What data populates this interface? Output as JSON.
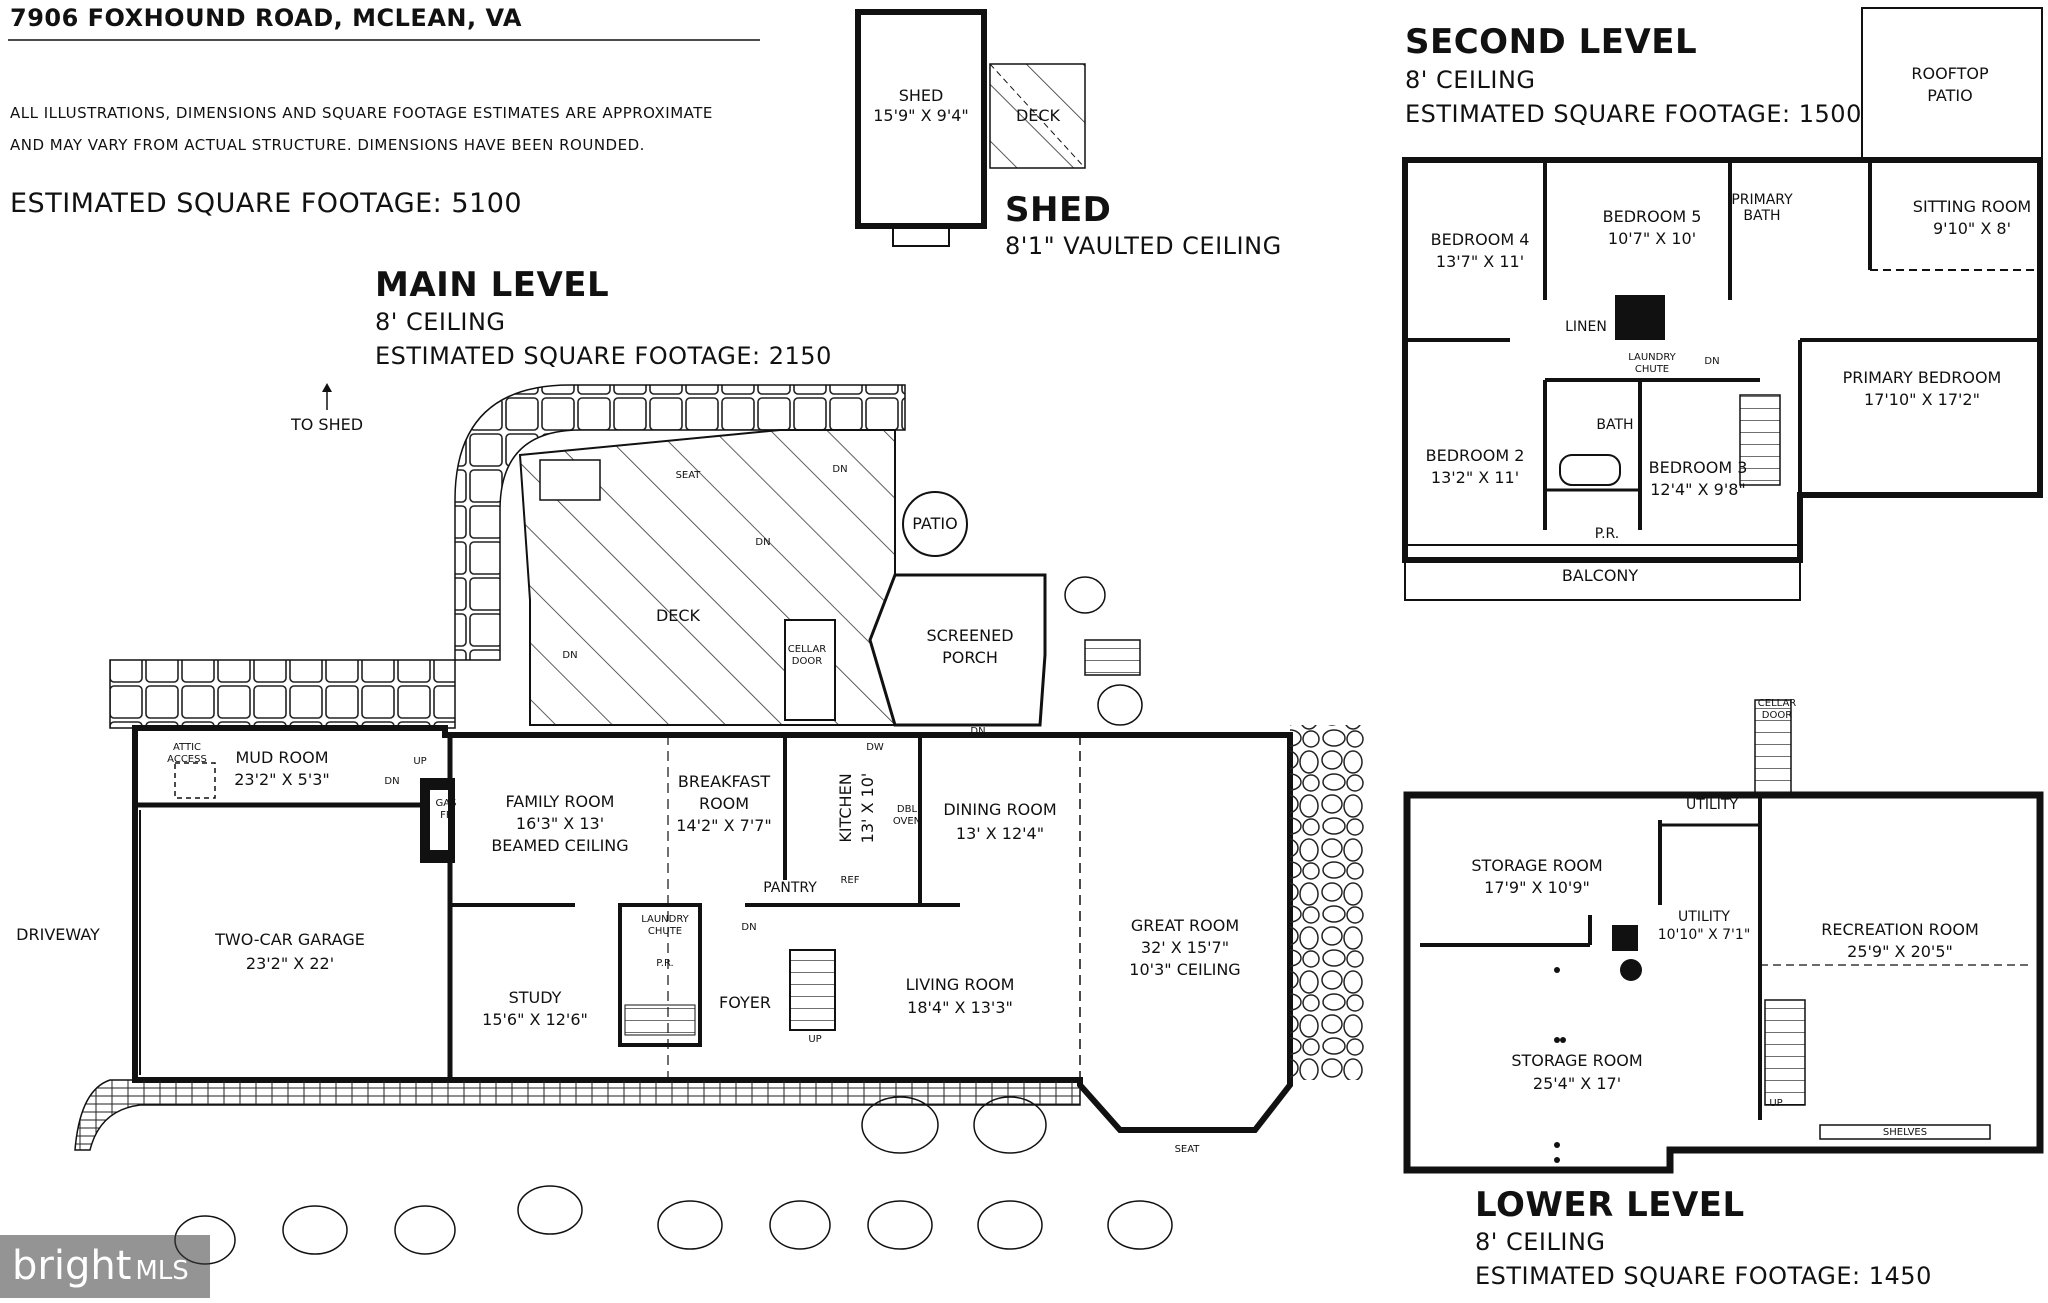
{
  "header": {
    "address": "7906 FOXHOUND ROAD, MCLEAN, VA",
    "disclaimer_line1": "ALL ILLUSTRATIONS, DIMENSIONS AND SQUARE FOOTAGE ESTIMATES ARE APPROXIMATE",
    "disclaimer_line2": "AND MAY VARY FROM ACTUAL STRUCTURE. DIMENSIONS HAVE BEEN ROUNDED.",
    "total_sqft": "ESTIMATED SQUARE FOOTAGE: 5100"
  },
  "shed": {
    "title": "SHED",
    "ceiling": "8'1\" VAULTED CEILING",
    "room_name": "SHED",
    "room_dims": "15'9\" X 9'4\"",
    "deck": "DECK"
  },
  "main_level": {
    "title": "MAIN LEVEL",
    "ceiling": "8' CEILING",
    "sqft": "ESTIMATED SQUARE FOOTAGE: 2150",
    "to_shed": "TO SHED",
    "driveway": "DRIVEWAY",
    "rooms": {
      "mud_room": [
        "MUD ROOM",
        "23'2\" X 5'3\""
      ],
      "attic_access": [
        "ATTIC",
        "ACCESS"
      ],
      "garage": [
        "TWO-CAR GARAGE",
        "23'2\" X 22'"
      ],
      "family_room": [
        "FAMILY ROOM",
        "16'3\" X 13'",
        "BEAMED CEILING"
      ],
      "breakfast": [
        "BREAKFAST",
        "ROOM",
        "14'2\" X 7'7\""
      ],
      "kitchen": [
        "KITCHEN",
        "13' X 10'"
      ],
      "dining_room": [
        "DINING ROOM",
        "13' X 12'4\""
      ],
      "great_room": [
        "GREAT ROOM",
        "32' X 15'7\"",
        "10'3\" CEILING"
      ],
      "study": [
        "STUDY",
        "15'6\" X 12'6\""
      ],
      "foyer": [
        "FOYER"
      ],
      "living_room": [
        "LIVING ROOM",
        "18'4\" X 13'3\""
      ],
      "screened_porch": [
        "SCREENED",
        "PORCH"
      ],
      "deck": [
        "DECK"
      ],
      "patio": [
        "PATIO"
      ],
      "cellar_door": [
        "CELLAR",
        "DOOR"
      ],
      "pantry": [
        "PANTRY"
      ],
      "powder_room": [
        "P.R."
      ],
      "laundry_chute": [
        "LAUNDRY",
        "CHUTE"
      ],
      "gas_fp": [
        "GAS",
        "FP"
      ],
      "seat_deck": [
        "SEAT"
      ],
      "seat_great": [
        "SEAT"
      ],
      "ref": [
        "REF"
      ],
      "dw": [
        "DW"
      ],
      "oven": [
        "DBL",
        "OVEN"
      ]
    },
    "stairs": {
      "up": "UP",
      "dn": "DN"
    }
  },
  "second_level": {
    "title": "SECOND LEVEL",
    "ceiling": "8' CEILING",
    "sqft": "ESTIMATED SQUARE FOOTAGE: 1500",
    "rooms": {
      "rooftop_patio": [
        "ROOFTOP",
        "PATIO"
      ],
      "bedroom4": [
        "BEDROOM 4",
        "13'7\" X 11'"
      ],
      "bedroom5": [
        "BEDROOM 5",
        "10'7\" X 10'"
      ],
      "primary_bath": [
        "PRIMARY",
        "BATH"
      ],
      "sitting_room": [
        "SITTING ROOM",
        "9'10\" X 8'"
      ],
      "linen": [
        "LINEN"
      ],
      "laundry_chute": [
        "LAUNDRY",
        "CHUTE"
      ],
      "primary_bedroom": [
        "PRIMARY BEDROOM",
        "17'10\" X 17'2\""
      ],
      "bedroom2": [
        "BEDROOM 2",
        "13'2\" X 11'"
      ],
      "bath": [
        "BATH"
      ],
      "bedroom3": [
        "BEDROOM 3",
        "12'4\" X 9'8\""
      ],
      "pr": [
        "P.R."
      ],
      "balcony": [
        "BALCONY"
      ],
      "dn": [
        "DN"
      ]
    }
  },
  "lower_level": {
    "title": "LOWER LEVEL",
    "ceiling": "8' CEILING",
    "sqft": "ESTIMATED SQUARE FOOTAGE: 1450",
    "rooms": {
      "cellar_door": [
        "CELLAR",
        "DOOR"
      ],
      "utility_top": [
        "UTILITY"
      ],
      "storage_room1": [
        "STORAGE ROOM",
        "17'9\" X 10'9\""
      ],
      "utility": [
        "UTILITY",
        "10'10\" X 7'1\""
      ],
      "recreation_room": [
        "RECREATION ROOM",
        "25'9\" X 20'5\""
      ],
      "storage_room2": [
        "STORAGE ROOM",
        "25'4\" X 17'"
      ],
      "shelves": [
        "SHELVES"
      ],
      "up": [
        "UP"
      ]
    }
  },
  "watermark": {
    "brand": "bright",
    "suffix": "MLS"
  }
}
